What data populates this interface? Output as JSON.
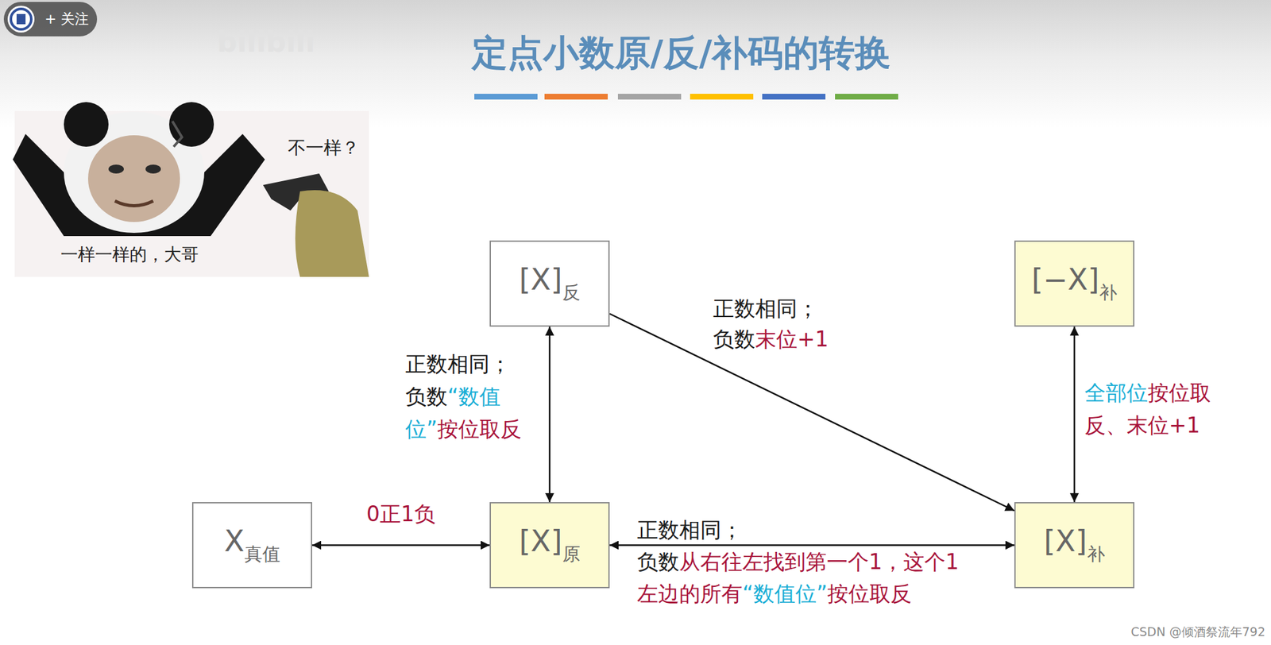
{
  "diagram": {
    "title": "定点小数原/反/补码的转换",
    "nodes": [
      {
        "text": [
          "[X]",
          "反"
        ]
      },
      {
        "text": [
          "[−X]",
          "补"
        ]
      },
      {
        "text": [
          "X",
          "真值"
        ]
      },
      {
        "text": [
          "[X]",
          "原"
        ]
      },
      {
        "text": [
          "[X]",
          "补"
        ]
      }
    ],
    "edges": [
      {
        "from": 2,
        "to": 3,
        "arrow": "both",
        "label": "0正1负"
      },
      {
        "from": 0,
        "to": 3,
        "arrow": "both",
        "label": "正数相同；负数“数值位”按位取反"
      },
      {
        "from": 0,
        "to": 4,
        "arrow": "to",
        "label": "正数相同；负数末位+1"
      },
      {
        "from": 3,
        "to": 4,
        "arrow": "both",
        "label": "正数相同；负数从右往左找到第一个1，这个1左边的所有“数值位”按位取反"
      },
      {
        "from": 4,
        "to": 1,
        "arrow": "both",
        "label": "全部位按位取反、末位+1"
      }
    ],
    "labels": [
      "+ 关注",
      "bilibili",
      "不一样？",
      "一样一样的，大哥",
      "CSDN @倾酒祭流年792"
    ]
  }
}
